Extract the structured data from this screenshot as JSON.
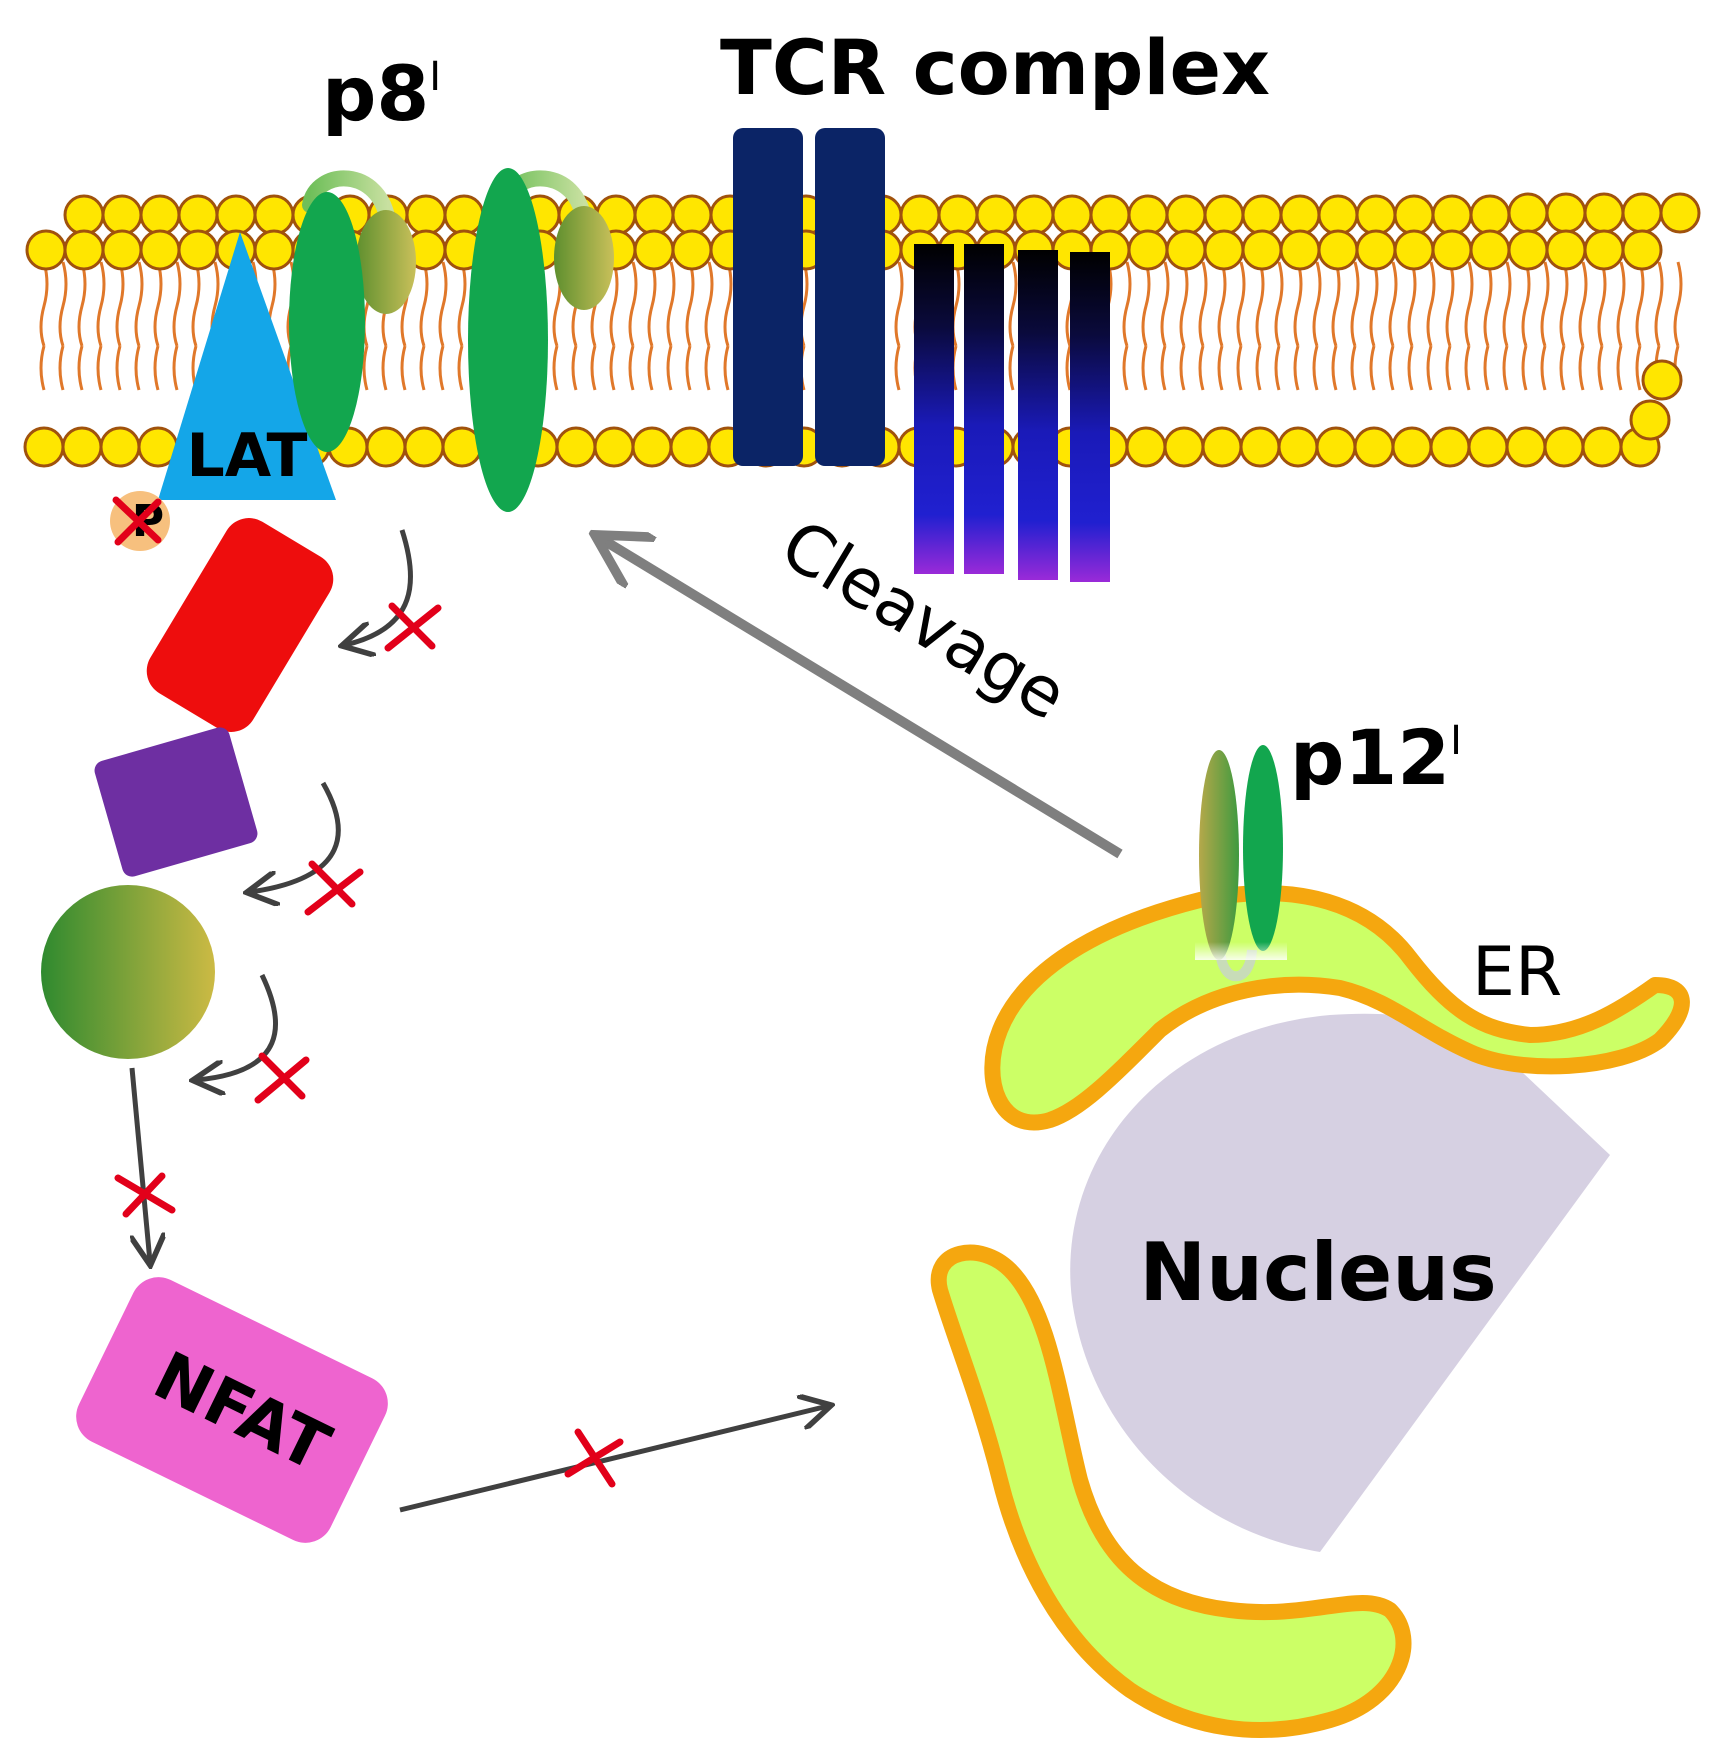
{
  "labels": {
    "p8": "p8",
    "p8_superscript": "I",
    "tcr_complex": "TCR complex",
    "lat": "LAT",
    "phospho": "P",
    "cleavage": "Cleavage",
    "p12": "p12",
    "p12_superscript": "I",
    "er": "ER",
    "nucleus": "Nucleus",
    "nfat": "NFAT"
  },
  "colors": {
    "lipid_head": "#ffe600",
    "lipid_outline": "#a0520d",
    "lipid_tail": "#e0782a",
    "p8_green": "#12a64e",
    "tcr_dark": "#0b2466",
    "lat_blue": "#14a6e8",
    "red_block": "#ee0d0d",
    "purple_block": "#6e2fa2",
    "nfat_pink": "#ee64cf",
    "er_fill": "#ccff66",
    "er_outline": "#f5a70f",
    "nucleus_fill": "#d6d0e2",
    "arrow_dark": "#404040",
    "arrow_grey": "#7f7f7f",
    "block_x": "#e2001a"
  }
}
